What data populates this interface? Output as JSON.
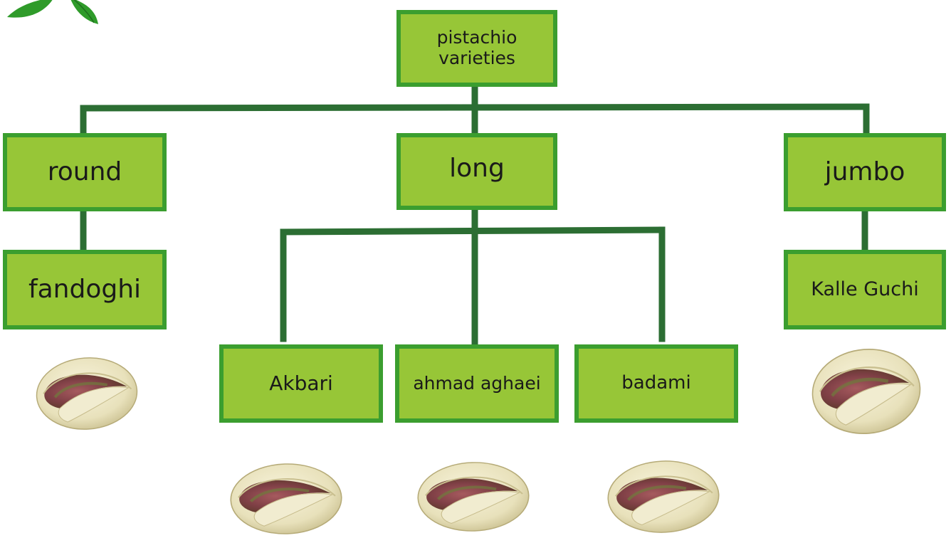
{
  "diagram": {
    "root": {
      "label": "pistachio varieties"
    },
    "groups": [
      {
        "label": "round",
        "varieties": [
          "fandoghi"
        ]
      },
      {
        "label": "long",
        "varieties": [
          "Akbari",
          "ahmad aghaei",
          "badami"
        ]
      },
      {
        "label": "jumbo",
        "varieties": [
          "Kalle Guchi"
        ]
      }
    ]
  },
  "colors": {
    "box_fill": "#97c637",
    "box_border": "#3b9e2f",
    "connector": "#2c6e33",
    "leaf_logo": "#2f9b2a",
    "shell": "#ede8c5",
    "kernel": "#8a4a4f",
    "kernel_green": "#6f7a3c"
  },
  "icons": [
    "leaf-logo-icon",
    "pistachio-nut-icon"
  ]
}
